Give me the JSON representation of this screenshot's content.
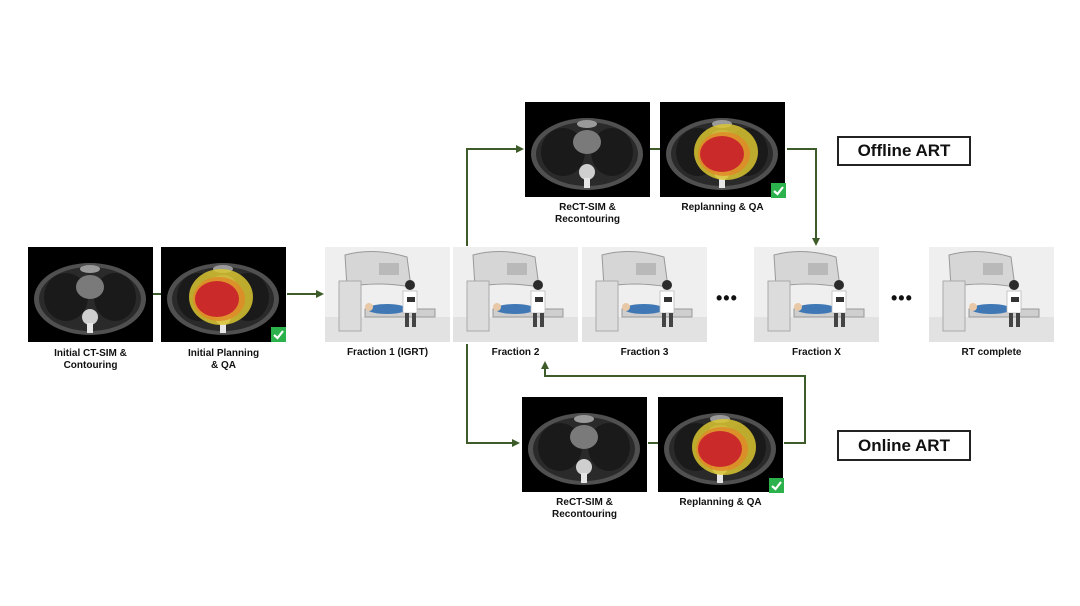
{
  "colors": {
    "arrow": "#3d5c2a",
    "check": "#2bb24c",
    "ct_bg": "#000000",
    "tumor": "#c8202a",
    "dose": "#d9c531"
  },
  "icons": [
    "ct-scan-icon",
    "dose-overlay-icon",
    "check-icon",
    "linac-machine-icon",
    "patient-icon",
    "clinician-icon"
  ],
  "initial": {
    "sim_label": "Initial CT-SIM &\nContouring",
    "plan_label": "Initial Planning\n& QA"
  },
  "fractions": [
    {
      "label": "Fraction 1 (IGRT)"
    },
    {
      "label": "Fraction 2"
    },
    {
      "label": "Fraction 3"
    },
    {
      "label": "Fraction X"
    },
    {
      "label": "RT complete"
    }
  ],
  "ellipsis": "•••",
  "offline": {
    "title": "Offline ART",
    "resim_label": "ReCT-SIM &\nRecontouring",
    "replan_label": "Replanning & QA"
  },
  "online": {
    "title": "Online ART",
    "resim_label": "ReCT-SIM &\nRecontouring",
    "replan_label": "Replanning & QA"
  }
}
